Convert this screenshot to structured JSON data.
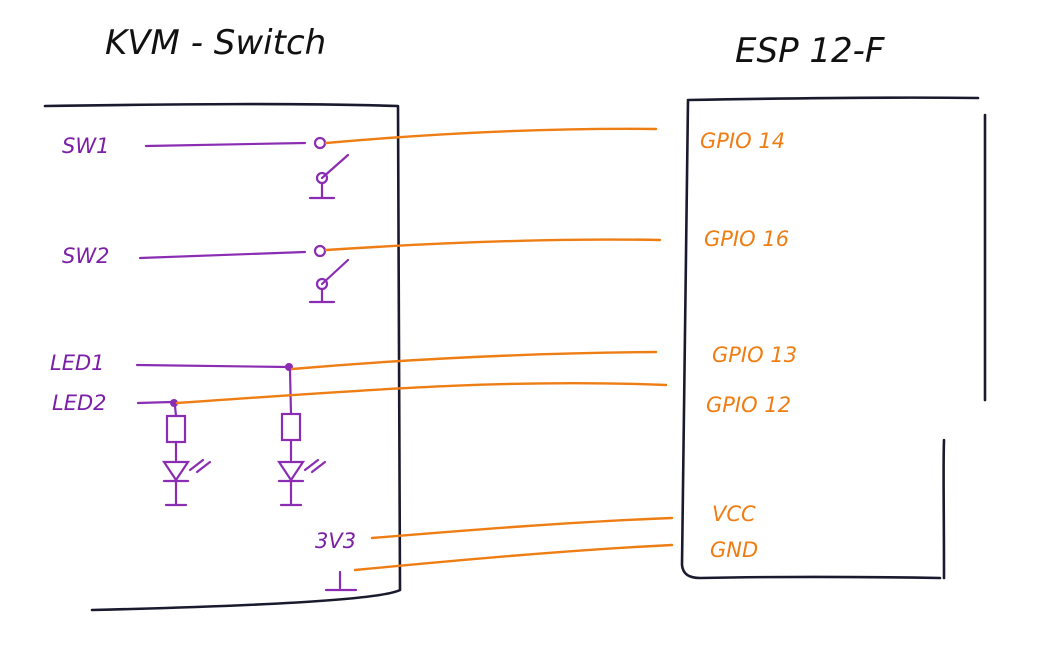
{
  "kvm_title": "KVM - Switch",
  "esp_title": "ESP 12-F",
  "kvm_pins": {
    "sw1": "SW1",
    "sw2": "SW2",
    "led1": "LED1",
    "led2": "LED2",
    "v33": "3V3"
  },
  "esp_pins": {
    "gpio14": "GPIO 14",
    "gpio16": "GPIO 16",
    "gpio13": "GPIO 13",
    "gpio12": "GPIO 12",
    "vcc": "VCC",
    "gnd": "GND"
  },
  "colors": {
    "kvm_wiring": "#8a2db3",
    "connections": "#ee7d14",
    "outline": "#1a1a2e"
  }
}
